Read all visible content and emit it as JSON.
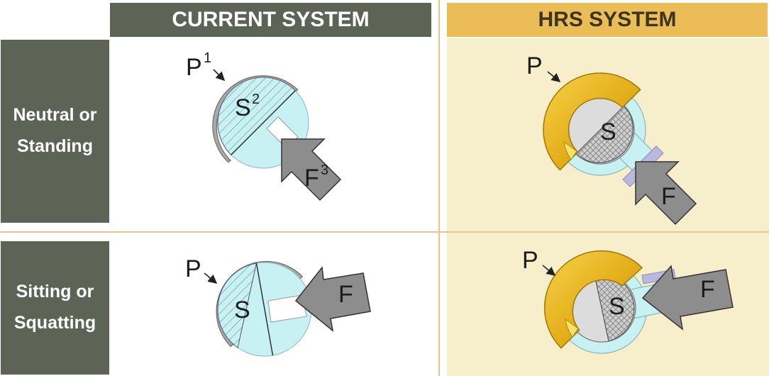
{
  "headers": {
    "current": "CURRENT SYSTEM",
    "hrs": "HRS SYSTEM"
  },
  "rows": [
    {
      "label_line1": "Neutral or",
      "label_line2": "Standing"
    },
    {
      "label_line1": "Sitting or",
      "label_line2": "Squatting"
    }
  ],
  "labels": {
    "p": "P",
    "s": "S",
    "f": "F",
    "sup_p": "1",
    "sup_s": "2",
    "sup_f": "3"
  },
  "colors": {
    "header_current": "#5d6456",
    "header_hrs": "#eabd57",
    "hrs_background": "#f7eecb",
    "socket_cyan": "#c8f1f4",
    "gold": "#e7b522",
    "arrow_gray": "#8d8d8d"
  }
}
